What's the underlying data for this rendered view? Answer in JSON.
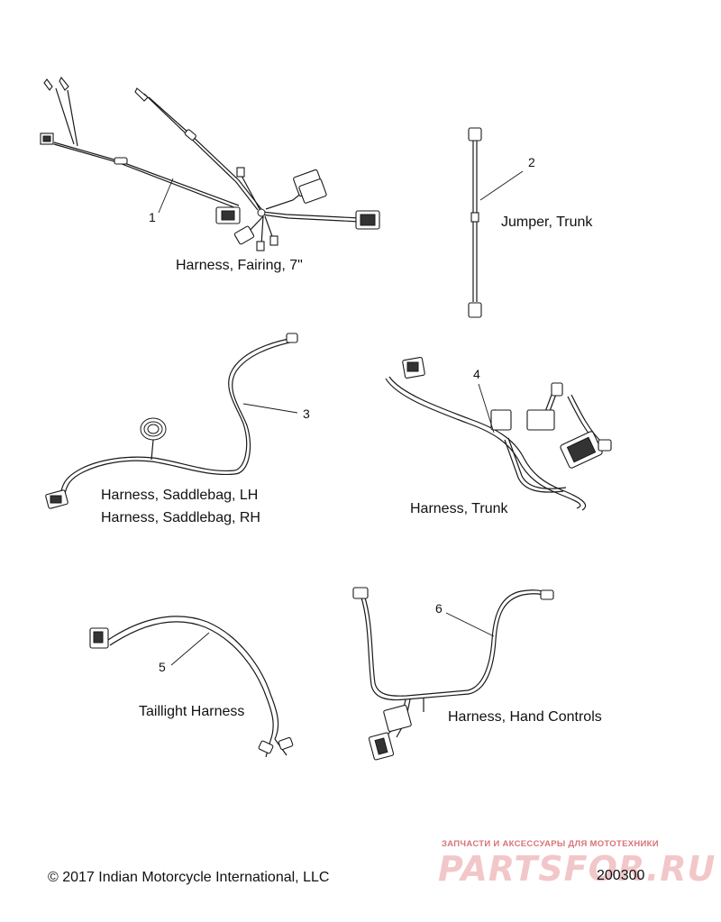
{
  "parts": [
    {
      "callout": "1",
      "name": "Harness, Fairing, 7\""
    },
    {
      "callout": "2",
      "name": "Jumper, Trunk"
    },
    {
      "callout": "3",
      "names": [
        "Harness, Saddlebag, LH",
        "Harness, Saddlebag, RH"
      ]
    },
    {
      "callout": "4",
      "name": "Harness, Trunk"
    },
    {
      "callout": "5",
      "name": "Taillight Harness"
    },
    {
      "callout": "6",
      "name": "Harness, Hand Controls"
    }
  ],
  "footer": {
    "copyright": "© 2017 Indian Motorcycle International, LLC",
    "diagram_number": "200300"
  },
  "watermark": {
    "tagline": "ЗАПЧАСТИ И АКСЕССУАРЫ ДЛЯ МОТОТЕХНИКИ",
    "brand": "PARTSFOR.RU"
  }
}
